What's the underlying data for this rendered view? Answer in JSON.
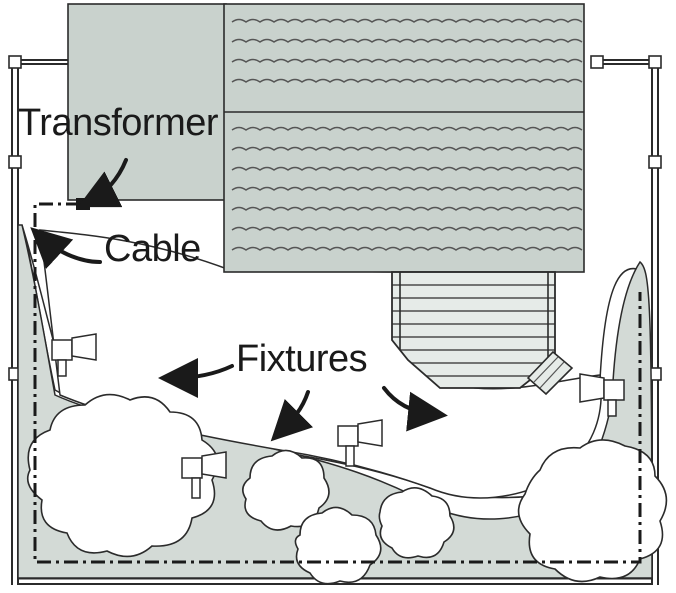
{
  "labels": {
    "transformer": "Transformer",
    "cable": "Cable",
    "fixtures": "Fixtures"
  },
  "colors": {
    "house_fill": "#c9d2cd",
    "garden_fill": "#d3dad6",
    "lawn_fill": "#ffffff",
    "line": "#2b2b2b",
    "text": "#1a1a1a"
  }
}
